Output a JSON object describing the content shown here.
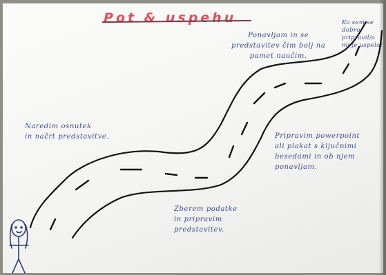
{
  "title": "Pot & uspehu",
  "notes": {
    "end_goal": "Ko sem se\ndobro pripravil/a\nmi je uspelo!",
    "rehearse": "Ponavljam in se\npredstavitev čim bolj na\npamet naučim.",
    "outline": "Naredim osnutek\nin načrt predstavitve.",
    "powerpoint": "Pripravim powerpoint\nali plakat s ključnimi\nbesedami in ob njem\nponavljam.",
    "collect": "Zberem podatke\nin pripravim\npredstavitev."
  },
  "colors": {
    "ink": "#3f4a8f",
    "title": "#e0505f",
    "road": "#111111"
  }
}
